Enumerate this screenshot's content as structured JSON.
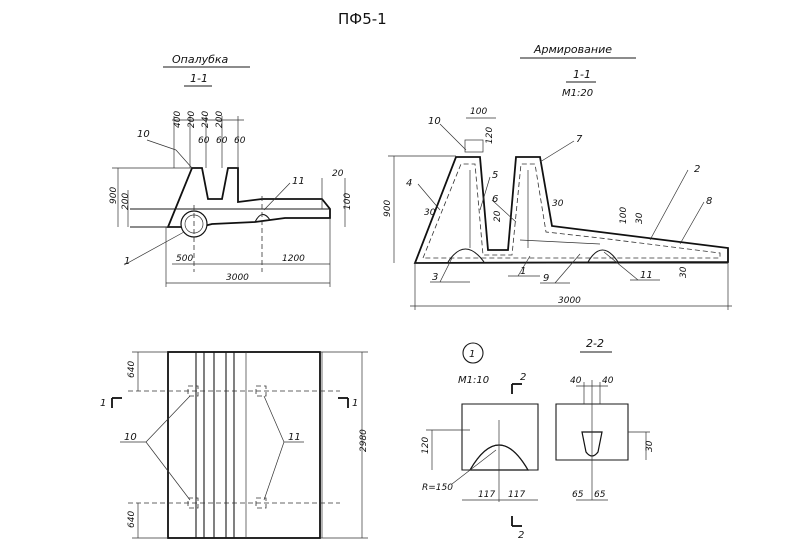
{
  "title": "ПФ5-1",
  "views": {
    "formwork": {
      "heading": "Опалубка",
      "section": "1-1",
      "dims": {
        "top1": "400",
        "top2": "200",
        "top3": "240",
        "top4": "200",
        "s60a": "60",
        "s60b": "60",
        "s60c": "60",
        "h900": "900",
        "h200": "200",
        "h20": "20",
        "h100": "100",
        "d500": "500",
        "d1200": "1200",
        "d3000": "3000"
      },
      "callouts": {
        "c10": "10",
        "c11": "11",
        "c1": "1"
      }
    },
    "reinforcement": {
      "heading": "Армирование",
      "section": "1-1",
      "scale": "М1:20",
      "dims": {
        "d100": "100",
        "d120": "120",
        "h900": "900",
        "d30a": "30",
        "d30b": "30",
        "d20": "20",
        "d100b": "100",
        "d30c": "30",
        "d3000": "3000",
        "d30d": "30"
      },
      "callouts": {
        "c10": "10",
        "c7": "7",
        "c2": "2",
        "c4": "4",
        "c5": "5",
        "c6": "6",
        "c8": "8",
        "c3": "3",
        "c1": "1",
        "c9": "9",
        "c11": "11"
      }
    },
    "plan": {
      "dims": {
        "top640": "640",
        "bot640": "640",
        "h2980": "2980"
      },
      "marks": {
        "left": "1",
        "right": "1"
      },
      "callouts": {
        "c10": "10",
        "c11": "11"
      }
    },
    "detail1": {
      "mark": "1",
      "scale": "М1:10",
      "cut": "2",
      "cut_bottom": "2",
      "dims": {
        "h120": "120",
        "r": "R=150",
        "w1": "117",
        "w2": "117"
      }
    },
    "section22": {
      "heading": "2-2",
      "dims": {
        "w1": "40",
        "w2": "40",
        "h30": "30",
        "b1": "65",
        "b2": "65"
      }
    }
  }
}
